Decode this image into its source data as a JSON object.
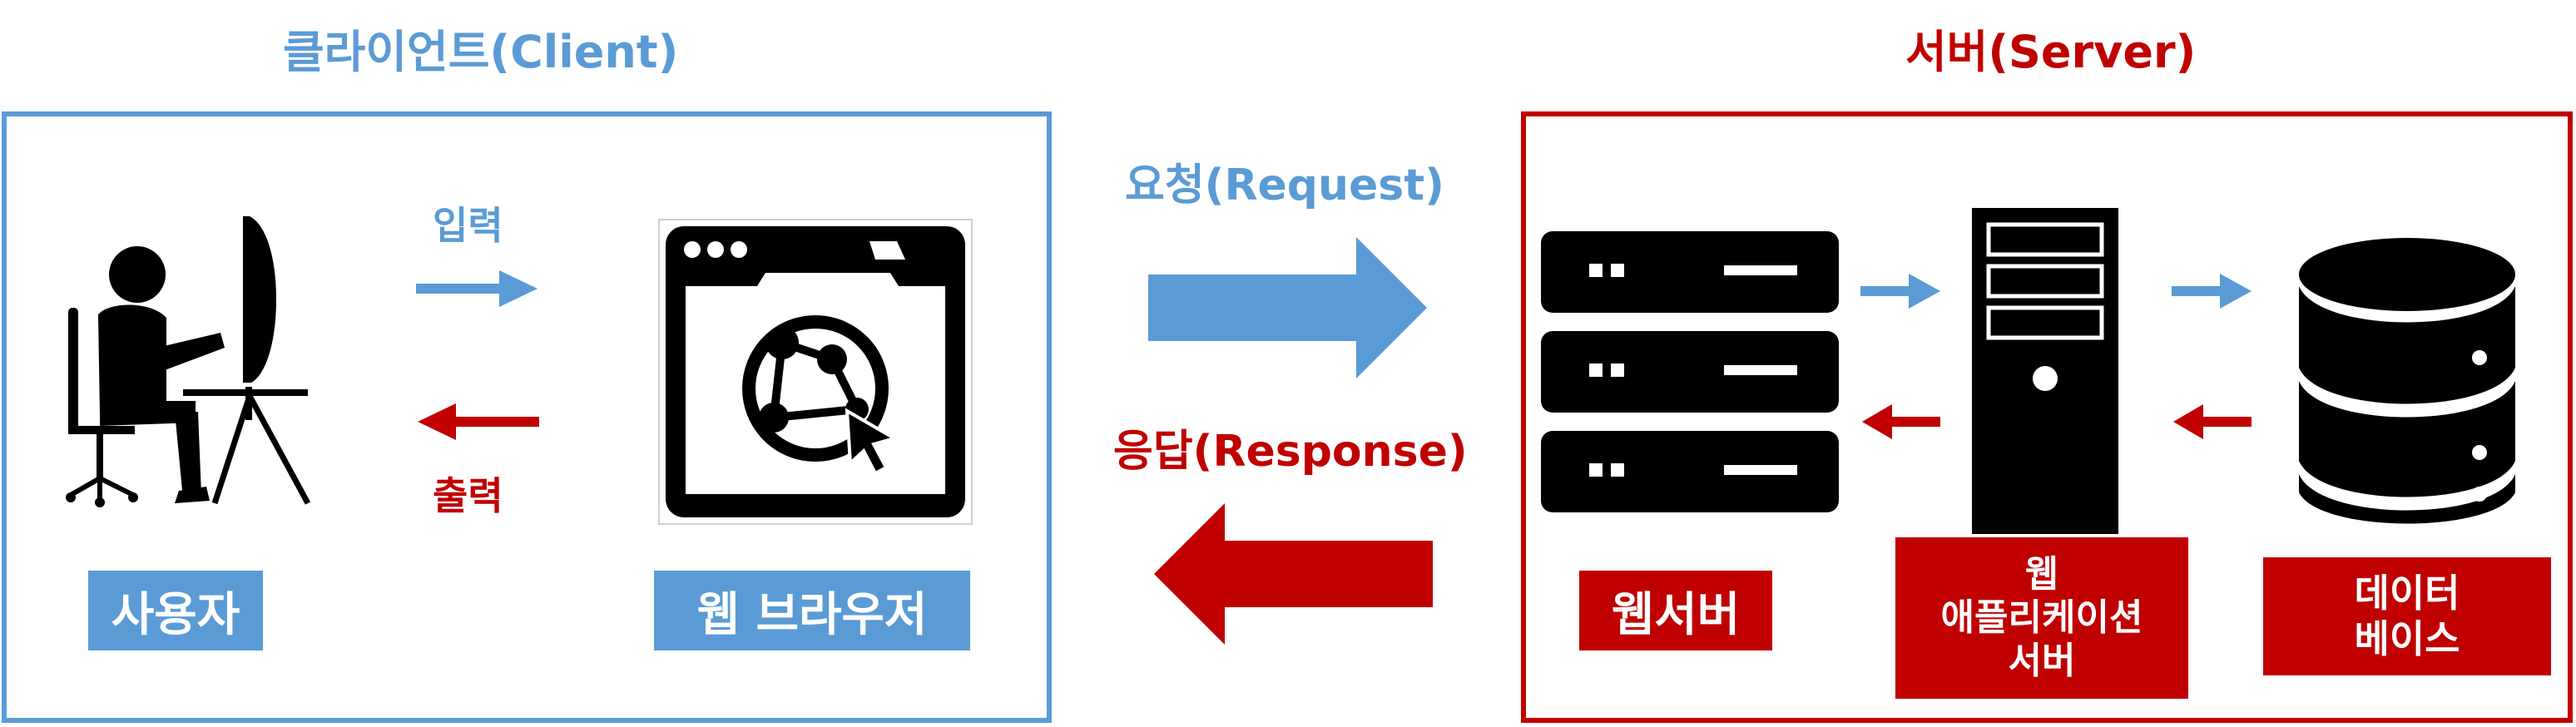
{
  "client": {
    "title": "클라이언트(Client)",
    "user_label": "사용자",
    "browser_label": "웹 브라우저",
    "input_label": "입력",
    "output_label": "출력"
  },
  "server": {
    "title": "서버(Server)",
    "web_server_label": "웹서버",
    "app_server_label": "웹\n애플리케이션\n서버",
    "database_label": "데이터\n베이스"
  },
  "flow": {
    "request_label": "요청(Request)",
    "response_label": "응답(Response)"
  },
  "colors": {
    "blue": "#5b9bd5",
    "red": "#c00000",
    "black": "#000000"
  },
  "icons": [
    "user-at-computer-icon",
    "web-browser-icon",
    "web-server-icon",
    "app-server-tower-icon",
    "database-icon"
  ]
}
